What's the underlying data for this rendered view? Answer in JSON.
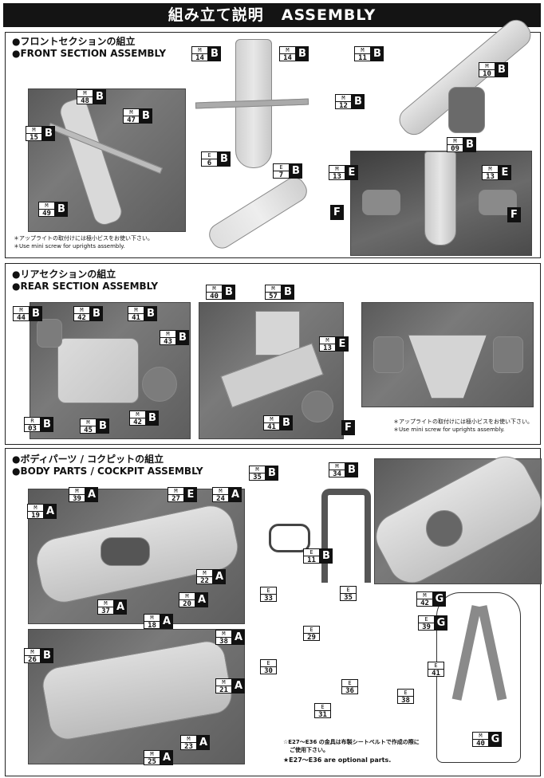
{
  "header": {
    "title_jp": "組み立て説明",
    "title_en": "ASSEMBLY"
  },
  "sections": [
    {
      "id": "front",
      "title_jp": "●フロントセクションの組立",
      "title_en": "●FRONT SECTION ASSEMBLY",
      "note_jp": "＊アップライトの取付けには極小ビスをお使い下さい。",
      "note_en": "＊Use mini screw for uprights assembly."
    },
    {
      "id": "rear",
      "title_jp": "●リアセクションの組立",
      "title_en": "●REAR SECTION ASSEMBLY",
      "note_jp": "＊アップライトの取付けには極小ビスをお使い下さい。",
      "note_en": "＊Use mini screw for uprights assembly."
    },
    {
      "id": "body",
      "title_jp": "●ボディパーツ / コクピットの組立",
      "title_en": "●BODY PARTS / COCKPIT ASSEMBLY",
      "note_jp": "☆E27～E36 の金具は布製シートベルトで作成の際に",
      "note_jp2": "ご使用下さい。",
      "note_en": "★E27～E36 are optional parts."
    }
  ],
  "labels": [
    {
      "s": "M",
      "n": "14",
      "t": "B"
    },
    {
      "s": "M",
      "n": "14",
      "t": "B"
    },
    {
      "s": "M",
      "n": "11",
      "t": "B"
    },
    {
      "s": "M",
      "n": "10",
      "t": "B"
    },
    {
      "s": "M",
      "n": "48",
      "t": "B"
    },
    {
      "s": "M",
      "n": "47",
      "t": "B"
    },
    {
      "s": "M",
      "n": "15",
      "t": "B"
    },
    {
      "s": "M",
      "n": "49",
      "t": "B"
    },
    {
      "s": "M",
      "n": "12",
      "t": "B"
    },
    {
      "s": "M",
      "n": "09",
      "t": "B"
    },
    {
      "s": "E",
      "n": "6",
      "t": "B"
    },
    {
      "s": "E",
      "n": "7",
      "t": "B"
    },
    {
      "s": "M",
      "n": "13",
      "t": "E"
    },
    {
      "s": "M",
      "n": "13",
      "t": "E"
    },
    {
      "s": "M",
      "n": "40",
      "t": "B"
    },
    {
      "s": "M",
      "n": "57",
      "t": "B"
    },
    {
      "s": "M",
      "n": "44",
      "t": "B"
    },
    {
      "s": "M",
      "n": "42",
      "t": "B"
    },
    {
      "s": "M",
      "n": "41",
      "t": "B"
    },
    {
      "s": "M",
      "n": "43",
      "t": "B"
    },
    {
      "s": "M",
      "n": "13",
      "t": "E"
    },
    {
      "s": "R",
      "n": "03",
      "t": "B"
    },
    {
      "s": "M",
      "n": "45",
      "t": "B"
    },
    {
      "s": "M",
      "n": "42",
      "t": "B"
    },
    {
      "s": "M",
      "n": "41",
      "t": "B"
    },
    {
      "s": "M",
      "n": "35",
      "t": "B"
    },
    {
      "s": "M",
      "n": "34",
      "t": "B"
    },
    {
      "s": "M",
      "n": "39",
      "t": "A"
    },
    {
      "s": "M",
      "n": "27",
      "t": "E"
    },
    {
      "s": "M",
      "n": "24",
      "t": "A"
    },
    {
      "s": "M",
      "n": "19",
      "t": "A"
    },
    {
      "s": "M",
      "n": "22",
      "t": "A"
    },
    {
      "s": "M",
      "n": "20",
      "t": "A"
    },
    {
      "s": "M",
      "n": "37",
      "t": "A"
    },
    {
      "s": "M",
      "n": "18",
      "t": "A"
    },
    {
      "s": "E",
      "n": "11",
      "t": "B"
    },
    {
      "s": "M",
      "n": "26",
      "t": "B"
    },
    {
      "s": "M",
      "n": "38",
      "t": "A"
    },
    {
      "s": "M",
      "n": "21",
      "t": "A"
    },
    {
      "s": "M",
      "n": "23",
      "t": "A"
    },
    {
      "s": "M",
      "n": "25",
      "t": "A"
    },
    {
      "s": "M",
      "n": "42",
      "t": "G"
    },
    {
      "s": "E",
      "n": "39",
      "t": "G"
    },
    {
      "s": "M",
      "n": "40",
      "t": "G"
    }
  ],
  "solo_labels": [
    "F",
    "F",
    "F"
  ],
  "e_parts": [
    {
      "s": "E",
      "n": "33"
    },
    {
      "s": "E",
      "n": "35"
    },
    {
      "s": "E",
      "n": "29"
    },
    {
      "s": "E",
      "n": "30"
    },
    {
      "s": "E",
      "n": "36"
    },
    {
      "s": "E",
      "n": "38"
    },
    {
      "s": "E",
      "n": "31"
    },
    {
      "s": "E",
      "n": "41"
    }
  ]
}
